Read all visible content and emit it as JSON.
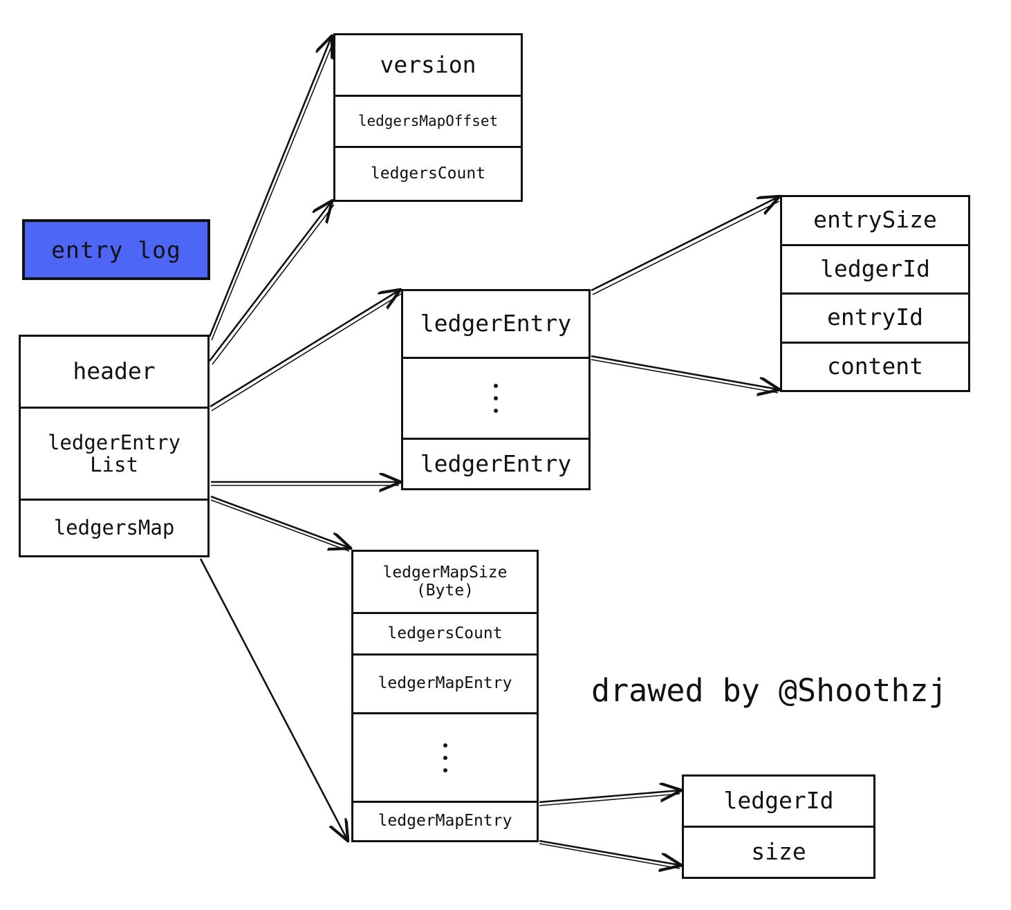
{
  "diagram": {
    "title": "entry log",
    "credit": "drawed by @Shoothzj",
    "accent_color": "#4d66f5",
    "line_color": "#111111",
    "background": "#ffffff"
  },
  "nodes": {
    "entry_log": {
      "name": "entry log",
      "rows": [
        "header",
        "ledgerEntry\nList",
        "ledgersMap"
      ]
    },
    "header_detail": {
      "rows": [
        "version",
        "ledgersMapOffset",
        "ledgersCount"
      ]
    },
    "ledger_entry_list": {
      "rows": [
        "ledgerEntry",
        "·\n·\n·",
        "ledgerEntry"
      ]
    },
    "ledger_entry_detail": {
      "rows": [
        "entrySize",
        "ledgerId",
        "entryId",
        "content"
      ]
    },
    "ledgers_map": {
      "rows": [
        "ledgerMapSize\n(Byte)",
        "ledgersCount",
        "ledgerMapEntry",
        "·\n·\n·",
        "ledgerMapEntry"
      ]
    },
    "ledger_map_entry_detail": {
      "rows": [
        "ledgerId",
        "size"
      ]
    }
  },
  "edges": [
    {
      "from": "entry-log-header",
      "to": "version-box-top"
    },
    {
      "from": "entry-log-header",
      "to": "version-box-bottom"
    },
    {
      "from": "entry-log-ledger-entry-list",
      "to": "ledger-entry-box-top"
    },
    {
      "from": "entry-log-ledger-entry-list",
      "to": "ledger-entry-box-last-row"
    },
    {
      "from": "ledger-entry-box-first-row",
      "to": "entry-fields-box-top"
    },
    {
      "from": "ledger-entry-box-last-row",
      "to": "entry-fields-box-bottom"
    },
    {
      "from": "entry-log-ledgers-map",
      "to": "ledgers-map-box-top"
    },
    {
      "from": "entry-log-ledgers-map",
      "to": "ledgers-map-box-bottom"
    },
    {
      "from": "ledgers-map-entry-first",
      "to": "ledger-id-size-box-top"
    },
    {
      "from": "ledgers-map-entry-last",
      "to": "ledger-id-size-box-bottom"
    }
  ]
}
